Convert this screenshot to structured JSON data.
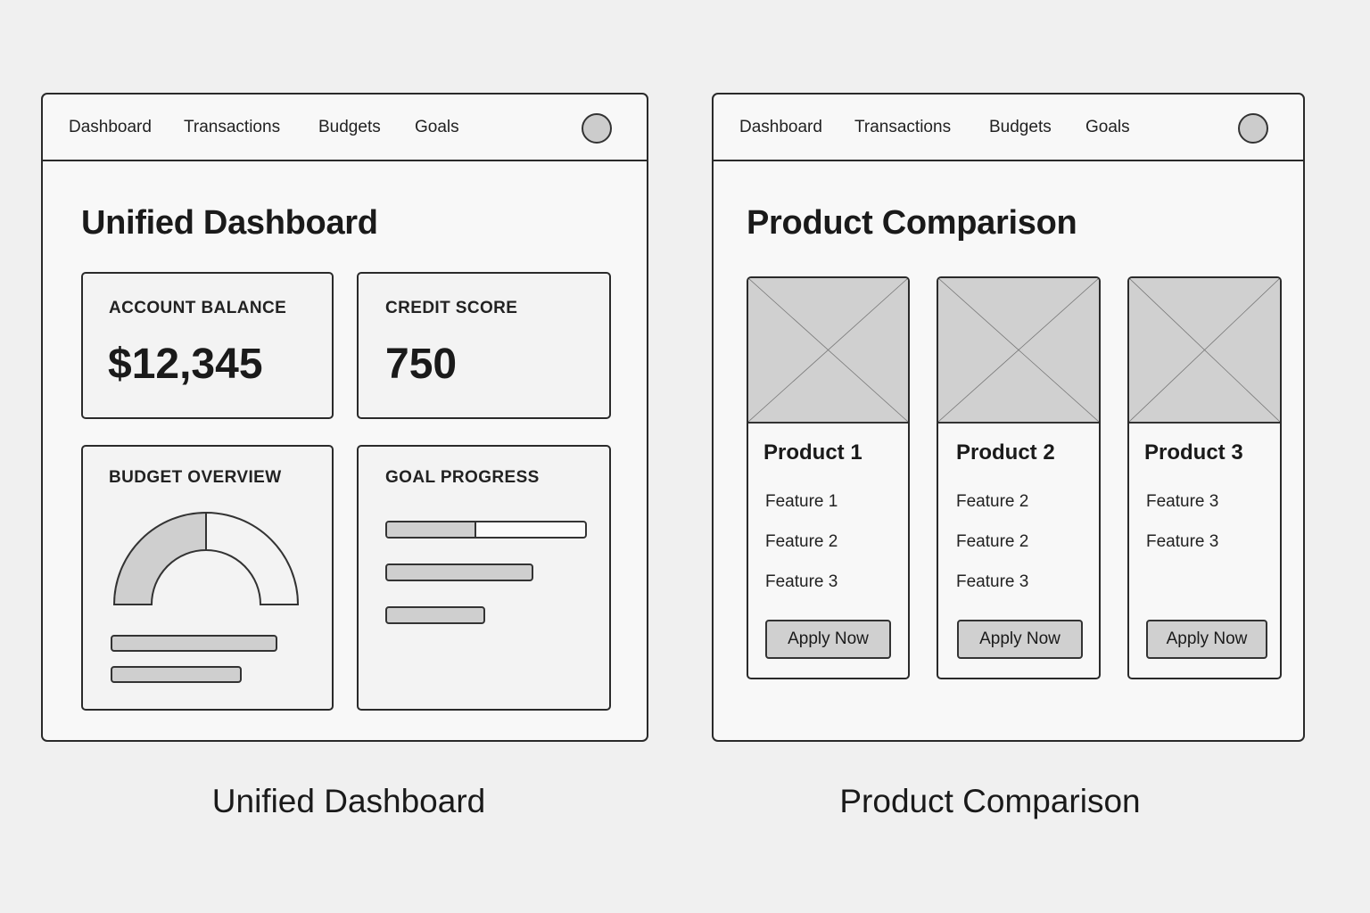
{
  "dashboard_panel": {
    "nav": {
      "items": [
        "Dashboard",
        "Transactions",
        "Budgets",
        "Goals"
      ],
      "avatar_icon": "user-avatar-icon"
    },
    "title": "Unified Dashboard",
    "account_balance": {
      "label": "ACCOUNT BALANCE",
      "value": "$12,345"
    },
    "credit_score": {
      "label": "CREDIT SCORE",
      "value": "750"
    },
    "budget_overview": {
      "label": "BUDGET OVERVIEW",
      "gauge_icon": "half-donut-gauge"
    },
    "goal_progress": {
      "label": "GOAL PROGRESS",
      "first_goal_fraction": 0.44
    },
    "caption": "Unified Dashboard"
  },
  "comparison_panel": {
    "nav": {
      "items": [
        "Dashboard",
        "Transactions",
        "Budgets",
        "Goals"
      ],
      "avatar_icon": "user-avatar-icon"
    },
    "title": "Product Comparison",
    "products": [
      {
        "name": "Product 1",
        "features": [
          "Feature 1",
          "Feature 2",
          "Feature 3"
        ],
        "button": "Apply Now",
        "image_icon": "image-placeholder-icon"
      },
      {
        "name": "Product 2",
        "features": [
          "Feature 2",
          "Feature 2",
          "Feature 3"
        ],
        "button": "Apply Now",
        "image_icon": "image-placeholder-icon"
      },
      {
        "name": "Product 3",
        "features": [
          "Feature 3",
          "Feature 3"
        ],
        "button": "Apply Now",
        "image_icon": "image-placeholder-icon"
      }
    ],
    "caption": "Product Comparison"
  },
  "colors": {
    "background": "#f0f0f0",
    "panel": "#f8f8f8",
    "border": "#2a2a2a",
    "fill_gray": "#cfcfcf"
  }
}
